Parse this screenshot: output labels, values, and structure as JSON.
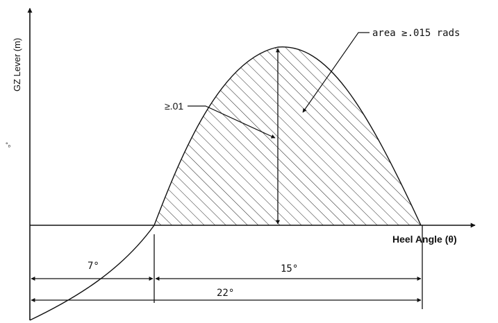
{
  "diagram": {
    "y_axis_label": "GZ Lever (m)",
    "x_axis_label": "Heel Angle (θ)",
    "area_label": "area ≥.015 rads",
    "gz_label": "≥.01",
    "dim_7": "7°",
    "dim_15": "15°",
    "dim_22": "22°",
    "stray_mark": "°ₒ"
  }
}
